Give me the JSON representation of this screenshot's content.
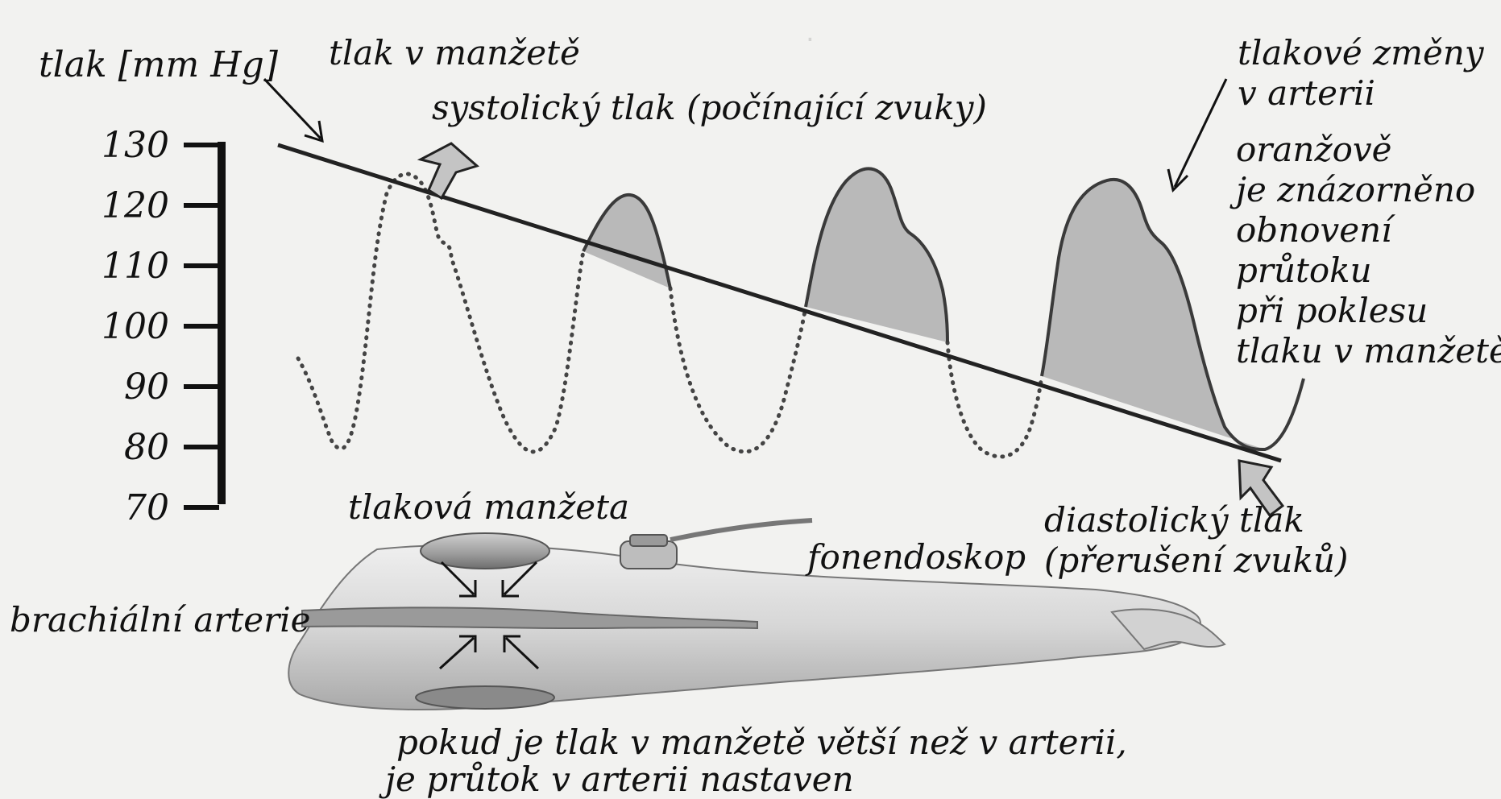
{
  "y_axis": {
    "label": "tlak [mm Hg]",
    "ticks": [
      "130",
      "120",
      "110",
      "100",
      "90",
      "80",
      "70"
    ]
  },
  "labels": {
    "cuff_pressure": "tlak v manžetě",
    "systolic": "systolický tlak (počínající zvuky)",
    "pressure_changes_l1": "tlakové změny",
    "pressure_changes_l2": "v arterii",
    "orange_l1": "oranžově",
    "orange_l2": "je znázorněno",
    "orange_l3": "obnovení",
    "orange_l4": "průtoku",
    "orange_l5": "při poklesu",
    "orange_l6": "tlaku v manžetě",
    "diastolic_l1": "diastolický tlak",
    "diastolic_l2": "(přerušení zvuků)",
    "cuff": "tlaková manžeta",
    "stethoscope": "fonendoskop",
    "brachial_artery": "brachiální arterie",
    "caption_l1": "pokud je tlak v manžetě větší než v arterii,",
    "caption_l2": "je průtok v arterii nastaven"
  },
  "colors": {
    "line": "#2a2a2a",
    "fill": "#b9b9b9",
    "arrow_fill": "#c4c4c4",
    "arm": "#dcdcdc"
  }
}
